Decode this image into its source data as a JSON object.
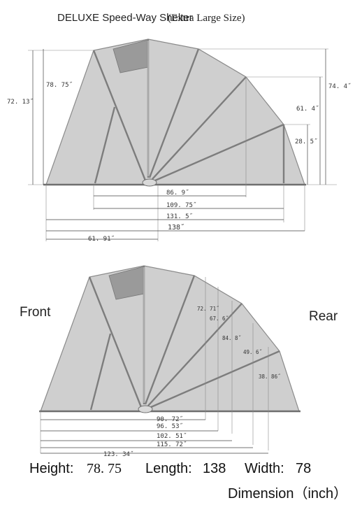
{
  "title": {
    "main": "DELUXE Speed-Way Shelter",
    "sub": "(Extra Large Size)"
  },
  "top_view": {
    "dims": {
      "h_78_75": "78. 75˝",
      "h_72_13": "72. 13˝",
      "h_74_4": "74. 4˝",
      "h_61_4": "61. 4˝",
      "h_28_5": "28. 5˝",
      "w_86_9": "86. 9˝",
      "w_109_75": "109. 75˝",
      "w_131_5": "131. 5˝",
      "w_138": "138˝",
      "w_61_91": "61. 91˝"
    }
  },
  "bottom_view": {
    "front_label": "Front",
    "rear_label": "Rear",
    "rib_dims": {
      "d_72_71": "72. 71˝",
      "d_67_6": "67. 6˝",
      "d_84_8": "84. 8˝",
      "d_49_6": "49. 6˝",
      "d_38_86": "38. 86˝"
    },
    "base_dims": {
      "w_90_72": "90. 72˝",
      "w_96_53": "96. 53˝",
      "w_102_51": "102. 51˝",
      "w_115_72": "115. 72˝",
      "w_123_34": "123. 34˝"
    }
  },
  "summary": {
    "height_label": "Height:",
    "height_value": "78. 75",
    "length_label": "Length:",
    "length_value": "138",
    "width_label": "Width:",
    "width_value": "78",
    "unit_note": "Dimension（inch）"
  },
  "colors": {
    "shell": "#cfcfcf",
    "window": "#9a9a9a",
    "frame": "#7d7d7d"
  }
}
